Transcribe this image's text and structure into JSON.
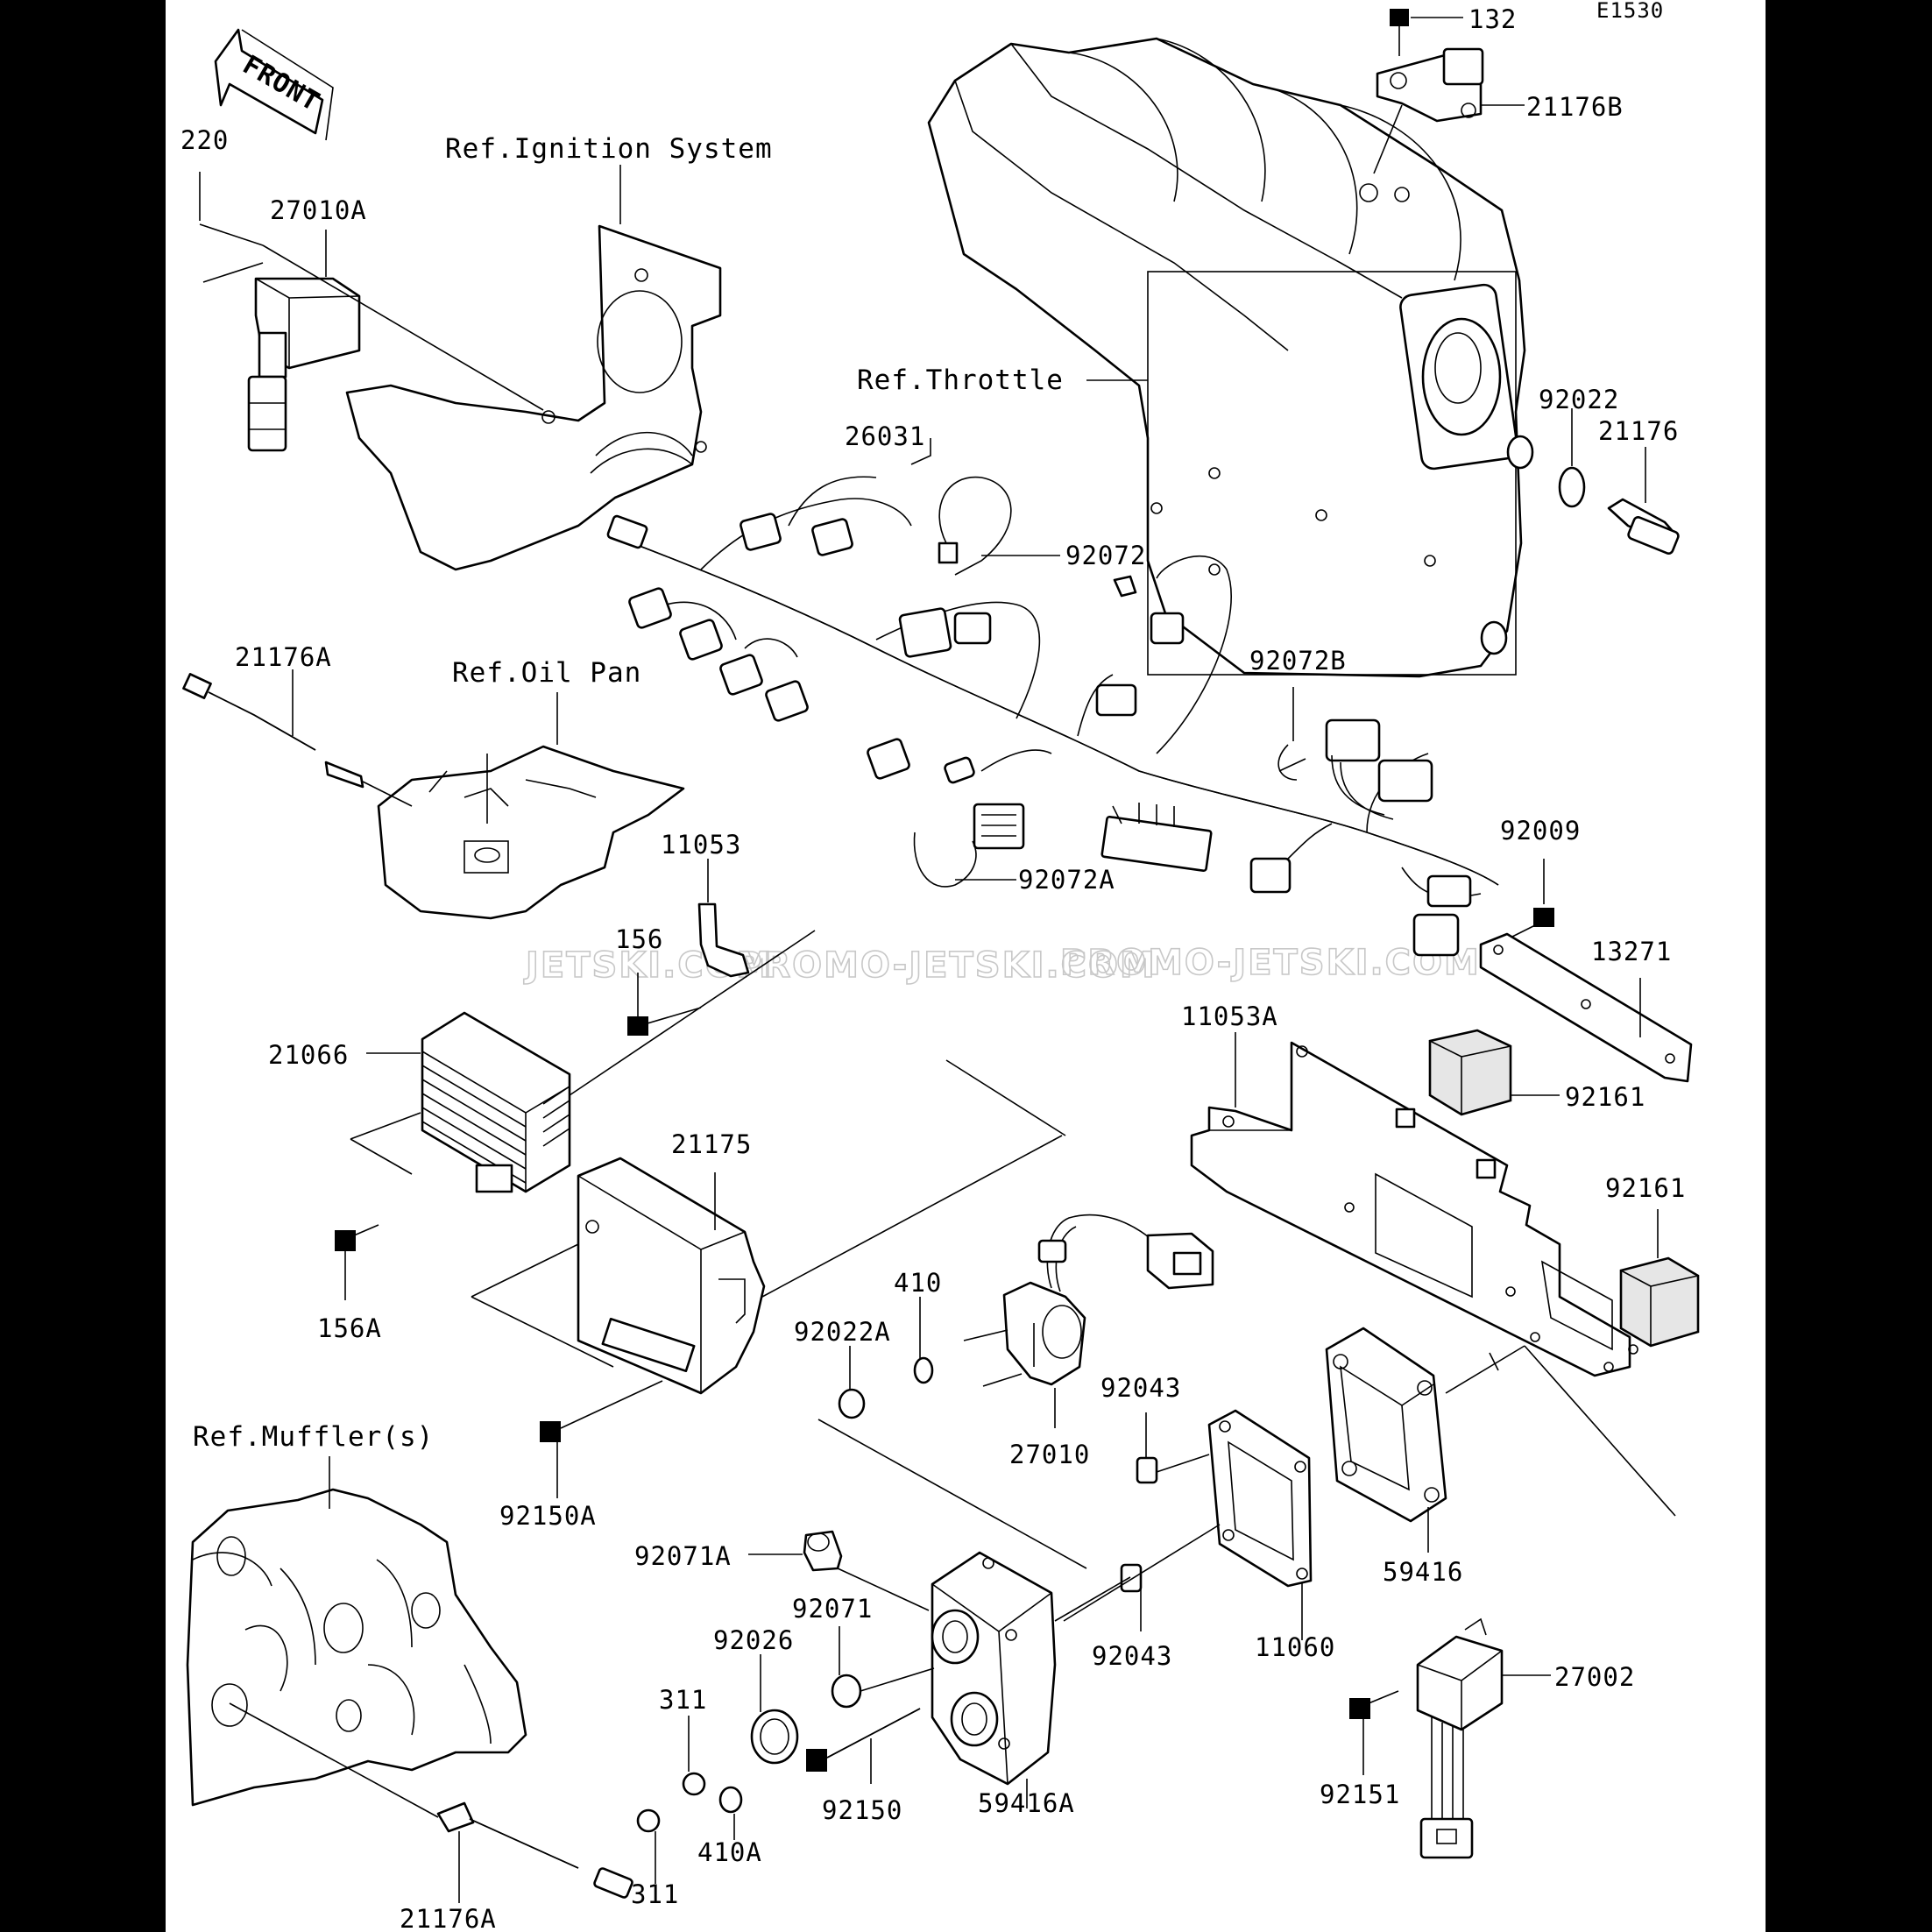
{
  "diagram_code": "E1530",
  "front_arrow_label": "FRONT",
  "references": {
    "ignition": "Ref.Ignition System",
    "throttle": "Ref.Throttle",
    "oil_pan": "Ref.Oil Pan",
    "muffler": "Ref.Muffler(s)"
  },
  "watermarks": [
    "JETSKI.COM",
    "PROMO-JETSKI.COM",
    "PROMO-JETSKI.COM"
  ],
  "part_labels": [
    {
      "id": "p132",
      "text": "132"
    },
    {
      "id": "p21176B",
      "text": "21176B"
    },
    {
      "id": "p220",
      "text": "220"
    },
    {
      "id": "p27010A",
      "text": "27010A"
    },
    {
      "id": "p92022",
      "text": "92022"
    },
    {
      "id": "p21176",
      "text": "21176"
    },
    {
      "id": "p26031",
      "text": "26031"
    },
    {
      "id": "p92072",
      "text": "92072"
    },
    {
      "id": "p92072B",
      "text": "92072B"
    },
    {
      "id": "p21176A_top",
      "text": "21176A"
    },
    {
      "id": "p11053",
      "text": "11053"
    },
    {
      "id": "p92072A",
      "text": "92072A"
    },
    {
      "id": "p92009",
      "text": "92009"
    },
    {
      "id": "p156",
      "text": "156"
    },
    {
      "id": "p13271",
      "text": "13271"
    },
    {
      "id": "p11053A",
      "text": "11053A"
    },
    {
      "id": "p21066",
      "text": "21066"
    },
    {
      "id": "p92161_a",
      "text": "92161"
    },
    {
      "id": "p21175",
      "text": "21175"
    },
    {
      "id": "p92161_b",
      "text": "92161"
    },
    {
      "id": "p156A",
      "text": "156A"
    },
    {
      "id": "p410",
      "text": "410"
    },
    {
      "id": "p92022A",
      "text": "92022A"
    },
    {
      "id": "p92043_a",
      "text": "92043"
    },
    {
      "id": "p27010",
      "text": "27010"
    },
    {
      "id": "p92150A",
      "text": "92150A"
    },
    {
      "id": "p92071A",
      "text": "92071A"
    },
    {
      "id": "p59416",
      "text": "59416"
    },
    {
      "id": "p92071",
      "text": "92071"
    },
    {
      "id": "p92026",
      "text": "92026"
    },
    {
      "id": "p92043_b",
      "text": "92043"
    },
    {
      "id": "p11060",
      "text": "11060"
    },
    {
      "id": "p27002",
      "text": "27002"
    },
    {
      "id": "p311_a",
      "text": "311"
    },
    {
      "id": "p92150",
      "text": "92150"
    },
    {
      "id": "p59416A",
      "text": "59416A"
    },
    {
      "id": "p92151",
      "text": "92151"
    },
    {
      "id": "p410A",
      "text": "410A"
    },
    {
      "id": "p311_b",
      "text": "311"
    },
    {
      "id": "p21176A_bottom",
      "text": "21176A"
    }
  ]
}
